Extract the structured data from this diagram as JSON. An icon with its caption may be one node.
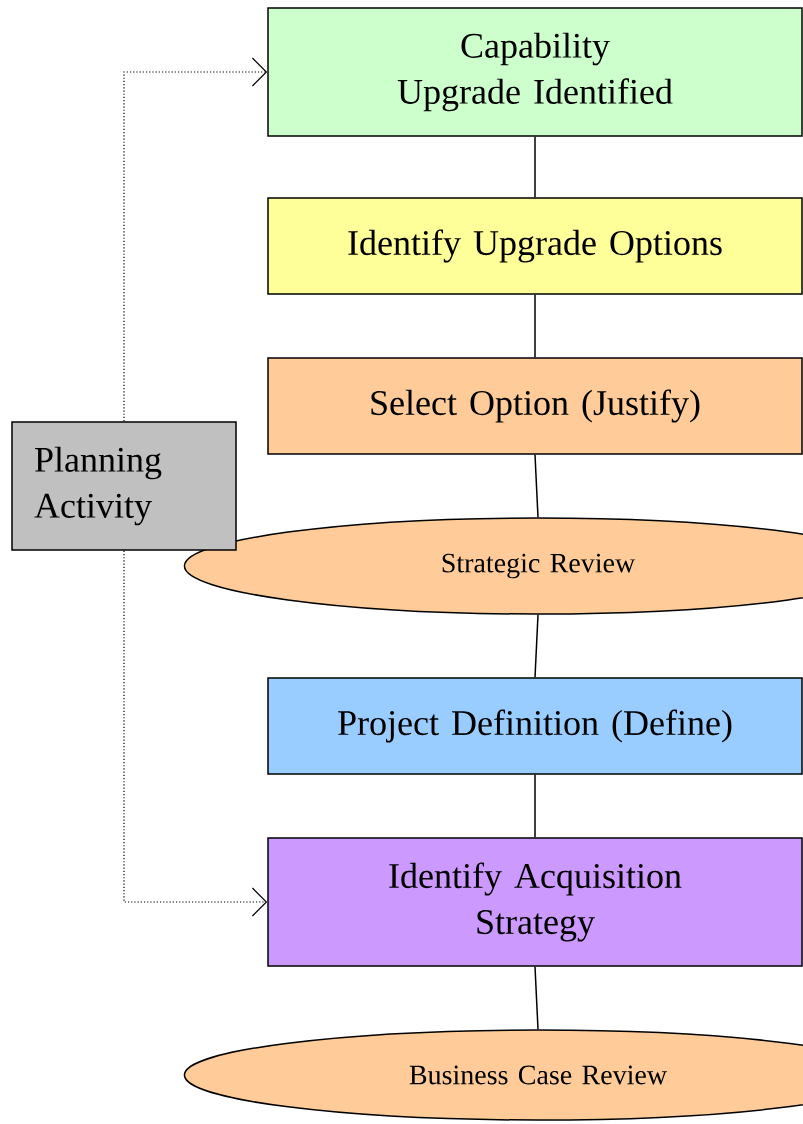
{
  "diagram": {
    "nodes": [
      {
        "text": [
          "Capability Upgrade Identified"
        ]
      },
      {
        "text": [
          "Identify Upgrade Options"
        ]
      },
      {
        "text": [
          "Select Option (Justify)"
        ]
      },
      {
        "text": [
          "Strategic Review"
        ]
      },
      {
        "text": [
          "Project Definition (Define)"
        ]
      },
      {
        "text": [
          "Identify Acquisition Strategy"
        ]
      },
      {
        "text": [
          "Business Case Review"
        ]
      },
      {
        "text": [
          "Planning Activity"
        ]
      }
    ],
    "edges": [
      {
        "from": 0,
        "to": 1,
        "arrow": "none"
      },
      {
        "from": 1,
        "to": 2,
        "arrow": "none"
      },
      {
        "from": 2,
        "to": 3,
        "arrow": "none"
      },
      {
        "from": 3,
        "to": 4,
        "arrow": "none"
      },
      {
        "from": 4,
        "to": 5,
        "arrow": "none"
      },
      {
        "from": 5,
        "to": 6,
        "arrow": "none"
      },
      {
        "from": 7,
        "to": 0,
        "arrow": "to",
        "style": "dashed"
      },
      {
        "from": 7,
        "to": 5,
        "arrow": "to",
        "style": "dashed"
      }
    ]
  }
}
